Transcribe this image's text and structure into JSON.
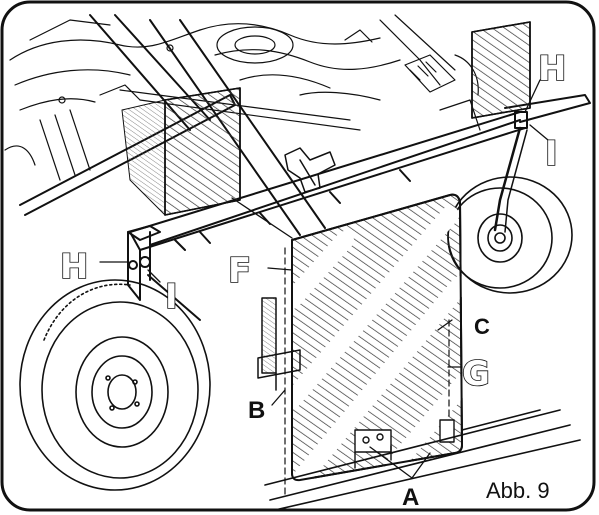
{
  "figure": {
    "caption": "Abb. 9",
    "labels": {
      "a": "A",
      "b": "B",
      "c": "C",
      "f": "F",
      "g": "G",
      "h_right": "H",
      "h_left": "H",
      "i_right": "I",
      "i_left": "I"
    }
  },
  "colors": {
    "ink": "#111111",
    "paper": "#ffffff",
    "hatch": "#333333"
  }
}
